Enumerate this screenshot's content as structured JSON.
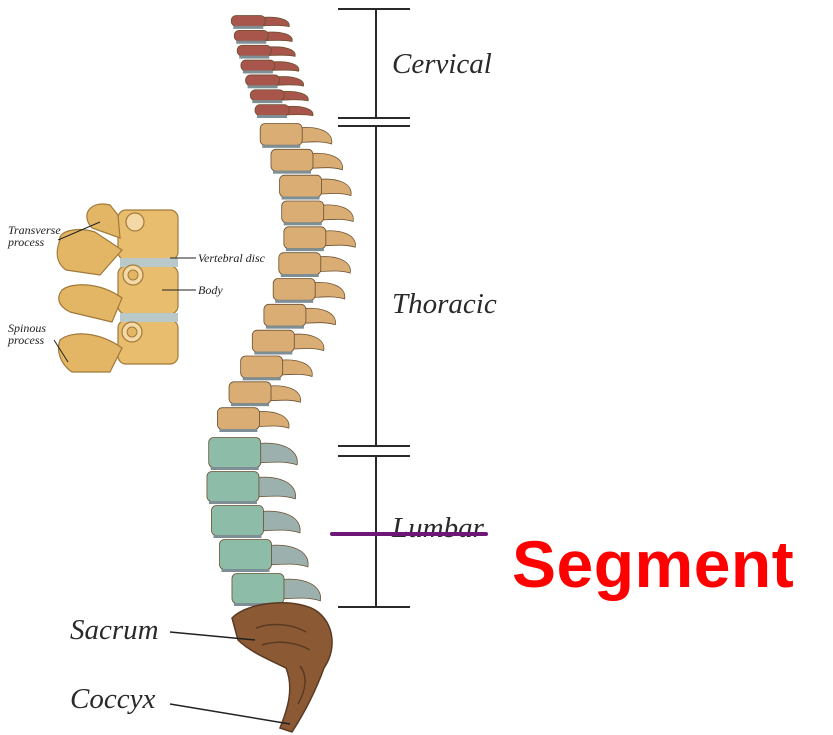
{
  "regions": {
    "cervical": "Cervical",
    "thoracic": "Thoracic",
    "lumbar": "Lumbar",
    "sacrum": "Sacrum",
    "coccyx": "Coccyx"
  },
  "inset": {
    "transverse_process": "Transverse\nprocess",
    "vertebral_disc": "Vertebral disc",
    "body": "Body",
    "spinous_process": "Spinous\nprocess"
  },
  "overlay_text": "Segment",
  "colors": {
    "cervical": "#a8554b",
    "thoracic": "#d9ad73",
    "lumbar": "#8dbca9",
    "lumbar_process": "#9cb0ae",
    "sacrum": "#8b5a35",
    "disc": "#7d8e94",
    "inset_bone": "#e3b665",
    "segment_text": "#ff0000",
    "strike_line": "#6e1777"
  }
}
